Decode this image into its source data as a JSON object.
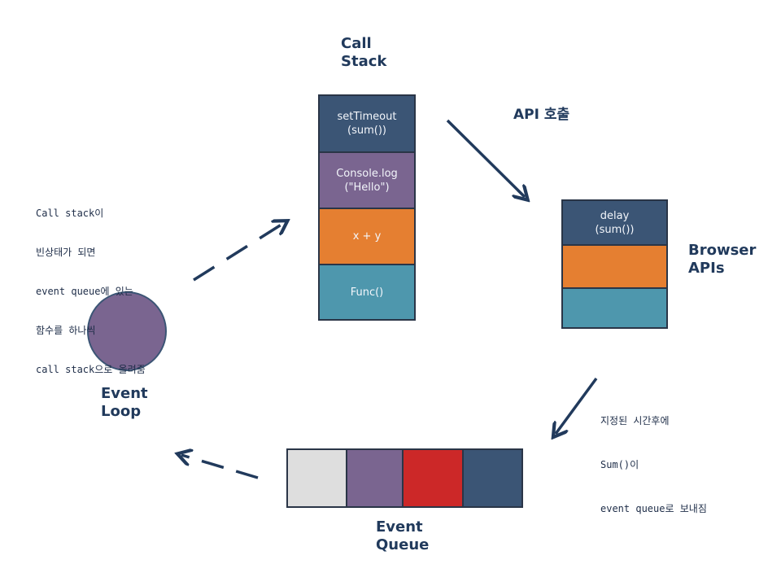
{
  "call_stack": {
    "title_line1": "Call",
    "title_line2": "Stack",
    "blocks": [
      {
        "line1": "setTimeout",
        "line2": "(sum())",
        "color": "#3b5575"
      },
      {
        "line1": "Console.log",
        "line2": "(\"Hello\")",
        "color": "#7a6590"
      },
      {
        "line1": "x + y",
        "line2": "",
        "color": "#e57f31"
      },
      {
        "line1": "Func()",
        "line2": "",
        "color": "#4e97ad"
      }
    ]
  },
  "api_call_label": "API 호출",
  "browser_apis": {
    "title_line1": "Browser",
    "title_line2": "APIs",
    "blocks": [
      {
        "line1": "delay",
        "line2": "(sum())",
        "color": "#3b5575"
      },
      {
        "line1": "",
        "line2": "",
        "color": "#e57f31"
      },
      {
        "line1": "",
        "line2": "",
        "color": "#4e97ad"
      }
    ]
  },
  "timer_note": {
    "lines": [
      "지정된 시간후에",
      "Sum()이",
      "event queue로 보내짐"
    ]
  },
  "event_queue": {
    "title_line1": "Event",
    "title_line2": "Queue",
    "slot_colors": [
      "#dedede",
      "#7a6590",
      "#cc2828",
      "#3b5575"
    ]
  },
  "event_loop": {
    "title_line1": "Event",
    "title_line2": "Loop",
    "color": "#7a6590"
  },
  "loop_note": {
    "lines": [
      "Call stack이",
      "빈상태가 되면",
      "event queue에 있는",
      "함수를 하나씩",
      "call stack으로 올려줌"
    ]
  },
  "colors": {
    "title": "#213a5c",
    "arrow": "#213a5c",
    "border": "#2a3547"
  }
}
